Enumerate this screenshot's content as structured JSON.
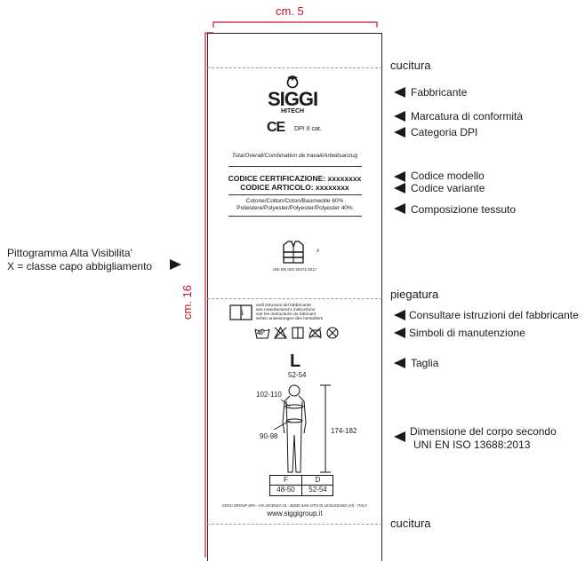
{
  "dimensions": {
    "width_label": "cm. 5",
    "height_label": "cm. 16"
  },
  "sections": {
    "top_seam": "cucitura",
    "fold": "piegatura",
    "bottom_seam": "cucitura"
  },
  "label": {
    "brand": "SIGGI",
    "brand_sub": "HITECH",
    "ce": "CE",
    "dpi": "DPI II cat.",
    "garment": "Tuta/Overall/Combination de travail/Arbeitsanzug",
    "cert_code": "CODICE CERTIFICAZIONE: xxxxxxxx",
    "article_code": "CODICE ARTICOLO: xxxxxxxx",
    "composition_1": "Cotone/Cotton/Coton/Baumwolle 60%",
    "composition_2": "Poliestere/Polyester/Polyester/Polyester 40%",
    "pictogram_class": "x",
    "hv_standard": "UNI EN ISO 20471:2017",
    "instr_1": "vedi istruzioni del fabbricante",
    "instr_2": "see manufacturer's instructions",
    "instr_3": "voir les instructions du fabricant",
    "instr_4": "sehen anweisungen des herstellers",
    "wash_temp": "40°",
    "size": "L",
    "size_range": "52-54",
    "chest": "102-110",
    "waist": "90-98",
    "height": "174-182",
    "table_headers": [
      "F",
      "D"
    ],
    "table_values": [
      "48-50",
      "52-54"
    ],
    "address": "SIGGI GROUP SPA - VIA VICENZA 23 - 36030 SAN VITO DI LEGUZZANO (VI) - ITALY",
    "website": "www.siggigroup.it"
  },
  "annotations": {
    "manufacturer": "Fabbricante",
    "conformity": "Marcatura di conformità",
    "dpi_category": "Categoria DPI",
    "model_code": "Codice modello",
    "variant_code": "Codice variante",
    "fabric": "Composizione tessuto",
    "pictogram_1": "Pittogramma Alta Visibilita'",
    "pictogram_2": "X = classe capo abbigliamento",
    "consult": "Consultare istruzioni del fabbricante",
    "care": "Simboli di manutenzione",
    "size": "Taglia",
    "body_1": "Dimensione del corpo secondo",
    "body_2": "UNI EN ISO 13688:2013"
  }
}
